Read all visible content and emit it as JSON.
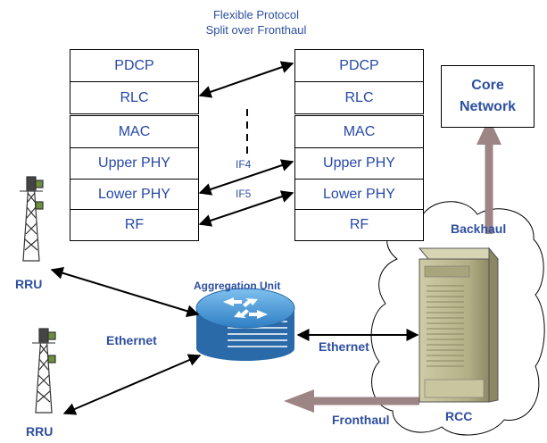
{
  "title_lines": [
    "Flexible Protocol",
    "Split over Fronthaul"
  ],
  "left_stack": [
    "PDCP",
    "RLC",
    "MAC",
    "Upper PHY",
    "Lower PHY",
    "RF"
  ],
  "right_stack": [
    "PDCP",
    "RLC",
    "MAC",
    "Upper PHY",
    "Lower PHY",
    "RF"
  ],
  "interfaces": {
    "if4": "IF4",
    "if5": "IF5"
  },
  "core_network": [
    "Core",
    "Network"
  ],
  "labels": {
    "backhaul": "Backhaul",
    "fronthaul": "Fronthaul",
    "rcc": "RCC",
    "rru_top": "RRU",
    "rru_bottom": "RRU",
    "aggregation_unit": "Aggregation Unit",
    "ethernet_left": "Ethernet",
    "ethernet_right": "Ethernet"
  },
  "colors": {
    "text_blue": "#2e4fa0",
    "arrow_mauve": "#9e8585",
    "router_blue": "#3f8fd0",
    "server_olive": "#b7b38a"
  }
}
